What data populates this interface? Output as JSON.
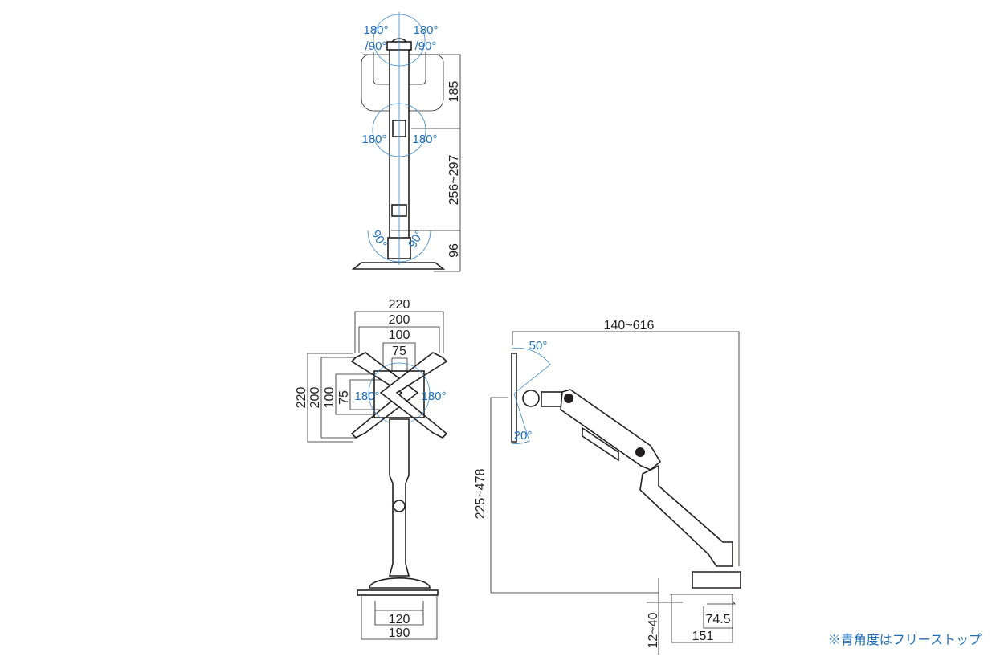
{
  "top_view": {
    "angles": {
      "top_left": "180°",
      "top_right": "180°",
      "top_left_sub": "/90°",
      "top_right_sub": "/90°",
      "mid_left": "180°",
      "mid_right": "180°",
      "bottom_left": "90°",
      "bottom_right": "90°"
    },
    "dims": {
      "upper": "185",
      "middle": "256~297",
      "lower": "96"
    }
  },
  "front_view": {
    "horizontal_dims": [
      "220",
      "200",
      "100",
      "75"
    ],
    "vertical_dims": [
      "220",
      "200",
      "100",
      "75"
    ],
    "angles": {
      "left": "180°",
      "right": "180°"
    },
    "base_dims": {
      "inner": "120",
      "outer": "190"
    }
  },
  "side_view": {
    "reach": "140~616",
    "height": "225~478",
    "tilt_up": "50°",
    "tilt_down": "20°",
    "desk_thickness": "12~40",
    "clamp_inner": "74.5",
    "clamp_outer": "151"
  },
  "note": "※青角度はフリーストップ",
  "colors": {
    "line": "#231f20",
    "angle": "#1f6fb8"
  }
}
